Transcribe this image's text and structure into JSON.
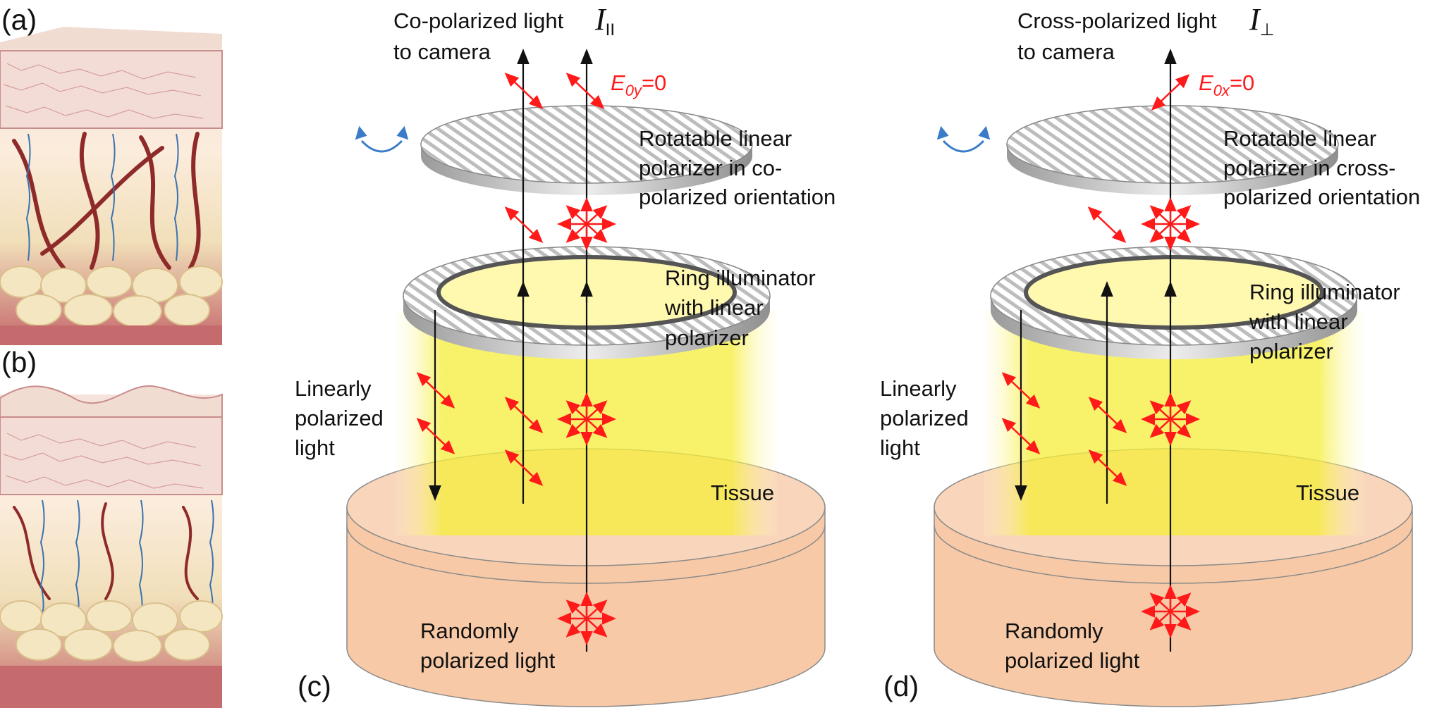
{
  "panels": {
    "a": "(a)",
    "b": "(b)",
    "c": "(c)",
    "d": "(d)"
  },
  "left": {
    "title_line1": "Co-polarized light",
    "title_symbol": "I",
    "title_subscript": "II",
    "title_line2": "to camera",
    "field_symbol": "E",
    "field_subscript": "0y",
    "field_value": "=0",
    "polarizer_line1": "Rotatable linear",
    "polarizer_line2": "polarizer in co-",
    "polarizer_line3": "polarized orientation",
    "ring_line1": "Ring illuminator",
    "ring_line2": "with linear",
    "ring_line3": "polarizer",
    "light_line1": "Linearly",
    "light_line2": "polarized",
    "light_line3": "light",
    "tissue": "Tissue",
    "random_line1": "Randomly",
    "random_line2": "polarized light"
  },
  "right": {
    "title_line1": "Cross-polarized light",
    "title_symbol": "I",
    "title_subscript": "⊥",
    "title_line2": "to camera",
    "field_symbol": "E",
    "field_subscript": "0x",
    "field_value": "=0",
    "polarizer_line1": "Rotatable linear",
    "polarizer_line2": "polarizer in cross-",
    "polarizer_line3": "polarized orientation",
    "ring_line1": "Ring illuminator",
    "ring_line2": "with linear",
    "ring_line3": "polarizer",
    "light_line1": "Linearly",
    "light_line2": "polarized",
    "light_line3": "light",
    "tissue": "Tissue",
    "random_line1": "Randomly",
    "random_line2": "polarized light"
  },
  "colors": {
    "arrow_red": "#ff1a1a",
    "beam_yellow": "#f7ef3a",
    "tissue_peach": "#f7c9a6",
    "rotate_blue": "#3a7cc8",
    "skin_pink": "#e9b7b0"
  }
}
